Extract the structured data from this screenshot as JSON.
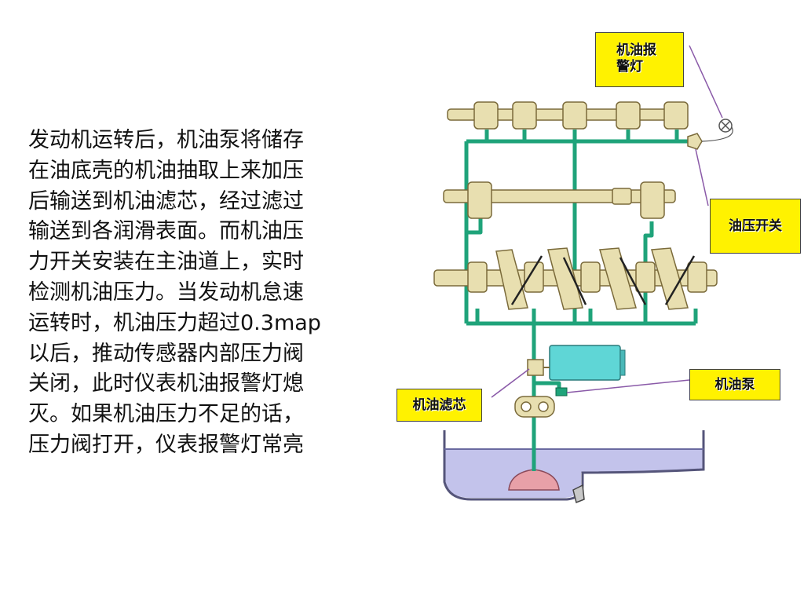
{
  "description": {
    "lines": [
      "发动机运转后，机油泵将储存",
      "在油底壳的机油抽取上来加压",
      "后输送到机油滤芯，经过滤过",
      "输送到各润滑表面。而机油压",
      "力开关安装在主油道上，实时",
      "检测机油压力。当发动机怠速",
      "运转时，机油压力超过0.3map",
      "以后，推动传感器内部压力阀",
      "关闭，此时仪表机油报警灯熄",
      "灭。如果机油压力不足的话，",
      "压力阀打开，仪表报警灯常亮"
    ]
  },
  "diagram": {
    "labels": {
      "warning_lamp_line1": "机油报",
      "warning_lamp_line2": "警灯",
      "pressure_switch": "油压开关",
      "oil_filter": "机油滤芯",
      "oil_pump": "机油泵"
    },
    "colors": {
      "oil_gallery": "#1fa37a",
      "shaft": "#e8dfb0",
      "shaft_outline": "#7a6a3a",
      "oil": "#b8b8e8",
      "oil_pan_outline": "#55557a",
      "filter": "#5fd6d6",
      "label_bg": "#fff200",
      "leader_line": "#8a5aa8",
      "pickup": "#e8a0a8"
    }
  }
}
